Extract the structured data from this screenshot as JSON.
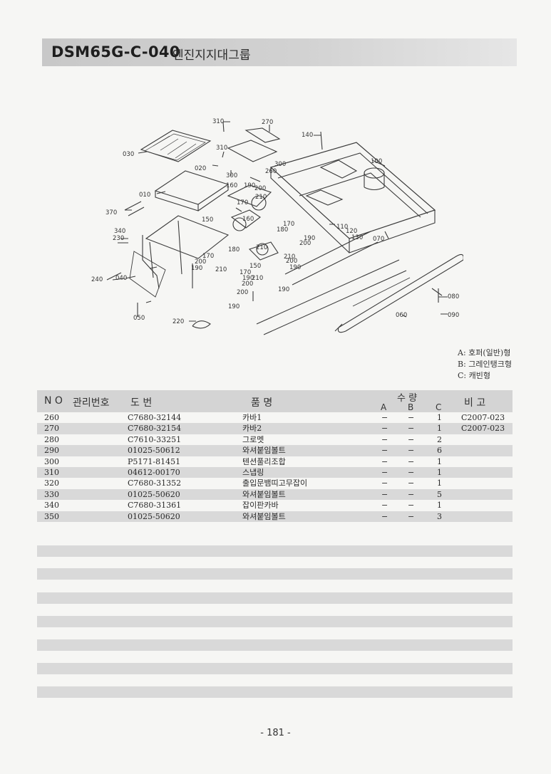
{
  "title": {
    "code": "DSM65G-C-040",
    "name": "엔진지지대그룹"
  },
  "legend": [
    "A: 호퍼(일반)형",
    "B: 그레인탱크형",
    "C: 캐빈형"
  ],
  "table": {
    "headers": {
      "no": "N O",
      "mgmt": "관리번호",
      "drawing": "도     번",
      "name": "품          명",
      "qty": "수   량",
      "qty_a": "A",
      "qty_b": "B",
      "qty_c": "C",
      "remarks": "비     고"
    },
    "rows": [
      {
        "no": "260",
        "drawing": "C7680-32144",
        "name": "카바1",
        "a": "−",
        "b": "−",
        "c": "1",
        "remark": "C2007-023"
      },
      {
        "no": "270",
        "drawing": "C7680-32154",
        "name": "카바2",
        "a": "−",
        "b": "−",
        "c": "1",
        "remark": "C2007-023"
      },
      {
        "no": "280",
        "drawing": "C7610-33251",
        "name": "그로멧",
        "a": "−",
        "b": "−",
        "c": "2",
        "remark": ""
      },
      {
        "no": "290",
        "drawing": "01025-50612",
        "name": "와셔붙임볼트",
        "a": "−",
        "b": "−",
        "c": "6",
        "remark": ""
      },
      {
        "no": "300",
        "drawing": "P5171-81451",
        "name": "텐션풀리조합",
        "a": "−",
        "b": "−",
        "c": "1",
        "remark": ""
      },
      {
        "no": "310",
        "drawing": "04612-00170",
        "name": "스냅링",
        "a": "−",
        "b": "−",
        "c": "1",
        "remark": ""
      },
      {
        "no": "320",
        "drawing": "C7680-31352",
        "name": "출입문뱀띠고무잡이",
        "a": "−",
        "b": "−",
        "c": "1",
        "remark": ""
      },
      {
        "no": "330",
        "drawing": "01025-50620",
        "name": "와셔붙임볼트",
        "a": "−",
        "b": "−",
        "c": "5",
        "remark": ""
      },
      {
        "no": "340",
        "drawing": "C7680-31361",
        "name": "잡이판카바",
        "a": "−",
        "b": "−",
        "c": "1",
        "remark": ""
      },
      {
        "no": "350",
        "drawing": "01025-50620",
        "name": "와셔붙임볼트",
        "a": "−",
        "b": "−",
        "c": "3",
        "remark": ""
      }
    ]
  },
  "diagram_labels": [
    "310",
    "270",
    "140",
    "030",
    "310",
    "300",
    "100",
    "020",
    "300",
    "260",
    "160",
    "190",
    "200",
    "010",
    "210",
    "170",
    "370",
    "150",
    "160",
    "110",
    "120",
    "130",
    "070",
    "340",
    "170",
    "180",
    "190",
    "200",
    "230",
    "210",
    "180",
    "170",
    "200",
    "190",
    "210",
    "150",
    "200",
    "190",
    "210",
    "240",
    "040",
    "190",
    "170",
    "210",
    "200",
    "200",
    "190",
    "080",
    "060",
    "190",
    "050",
    "220",
    "090"
  ],
  "page_number": "- 181 -"
}
